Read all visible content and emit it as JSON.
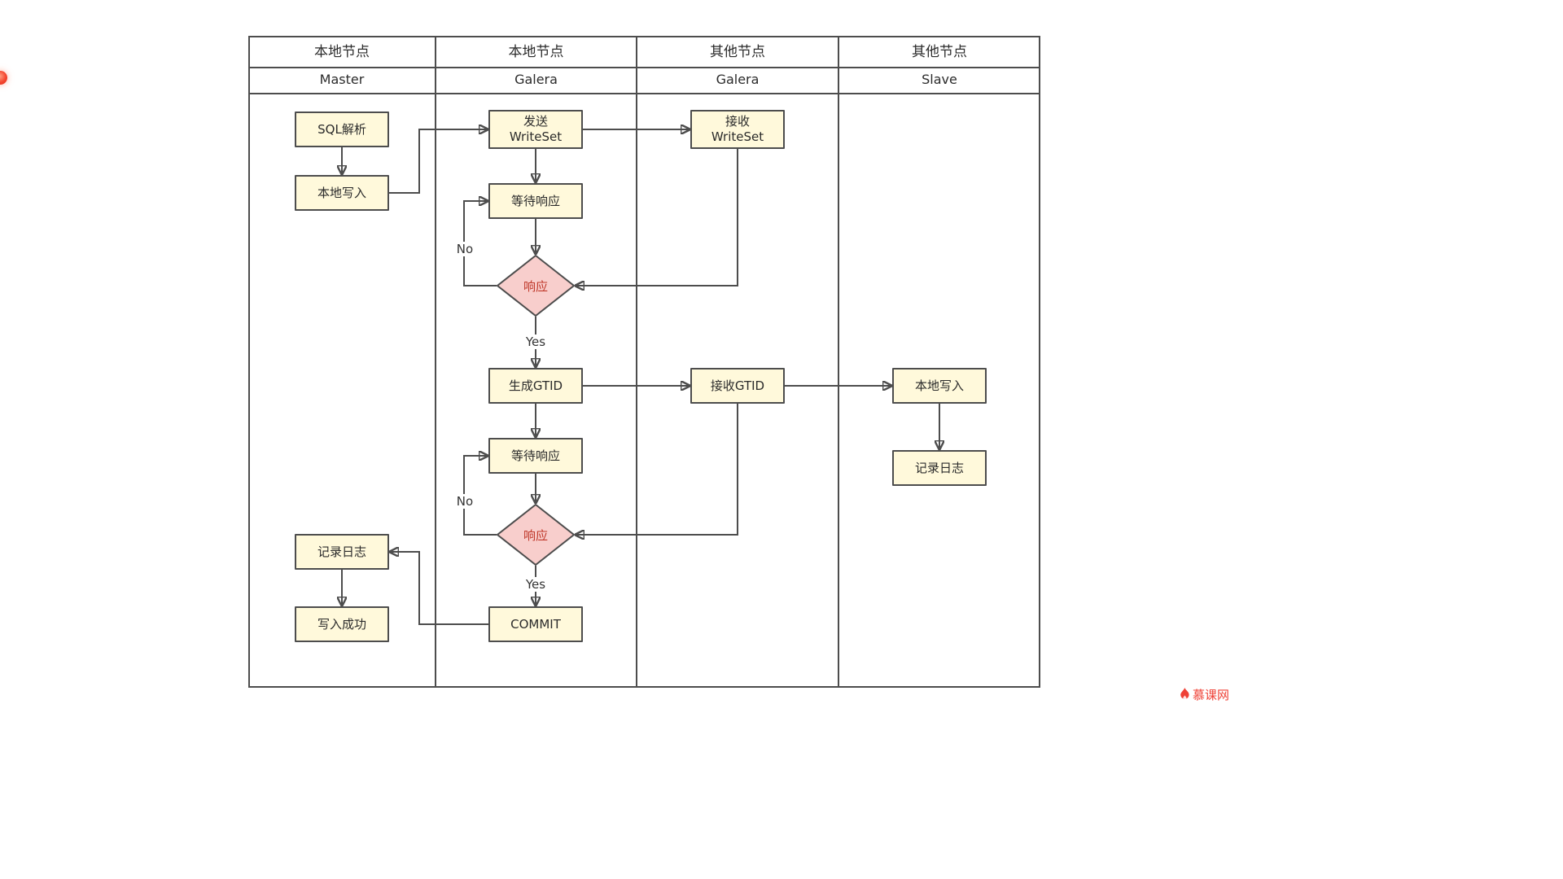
{
  "lanes": [
    {
      "title": "本地节点",
      "subtitle": "Master"
    },
    {
      "title": "本地节点",
      "subtitle": "Galera"
    },
    {
      "title": "其他节点",
      "subtitle": "Galera"
    },
    {
      "title": "其他节点",
      "subtitle": "Slave"
    }
  ],
  "nodes": {
    "sql_parse": "SQL解析",
    "local_write_master": "本地写入",
    "send_writeset": "发送\nWriteSet",
    "recv_writeset": "接收\nWriteSet",
    "wait_response_1": "等待响应",
    "response_1": "响应",
    "gen_gtid": "生成GTID",
    "recv_gtid": "接收GTID",
    "local_write_slave": "本地写入",
    "log_slave": "记录日志",
    "wait_response_2": "等待响应",
    "response_2": "响应",
    "log_master": "记录日志",
    "write_success": "写入成功",
    "commit": "COMMIT"
  },
  "edge_labels": {
    "no1": "No",
    "yes1": "Yes",
    "no2": "No",
    "yes2": "Yes"
  },
  "watermark": {
    "text": "慕课网"
  },
  "colors": {
    "box_fill": "#FFF9DB",
    "box_border": "#4D4D4D",
    "diamond_fill": "#F8CECC",
    "diamond_text": "#C0392B",
    "line": "#4D4D4D",
    "watermark_red": "#EF4136"
  }
}
